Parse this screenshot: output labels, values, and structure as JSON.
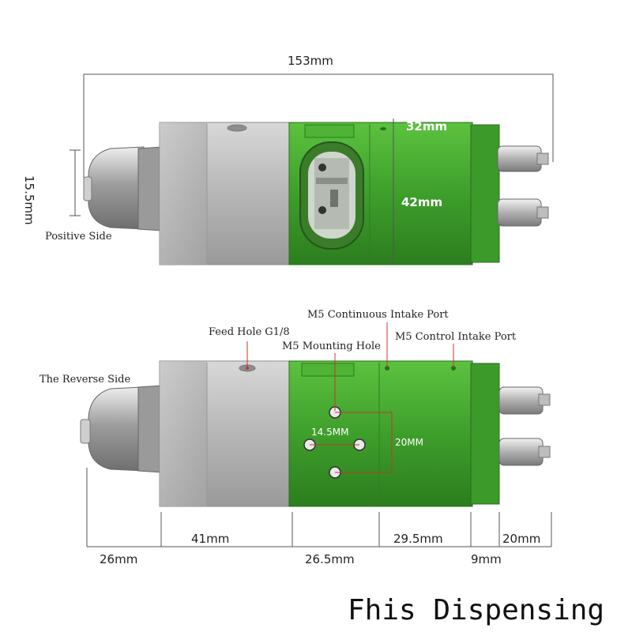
{
  "top_view": {
    "caption": "Positive Side",
    "dim_overall_length": "153mm",
    "dim_nozzle_diameter": "15.5mm",
    "dim_block_width": "32mm",
    "dim_block_height": "42mm"
  },
  "bottom_view": {
    "caption": "The Reverse Side",
    "feed_hole": "Feed Hole G1/8",
    "mounting_hole": "M5 Mounting Hole",
    "continuous_port": "M5 Continuous Intake Port",
    "control_port": "M5 Control Intake Port",
    "hole_spacing_h": "14.5MM",
    "hole_spacing_v": "20MM",
    "dims_upper": [
      "41mm",
      "29.5mm",
      "20mm"
    ],
    "dims_lower": [
      "26mm",
      "26.5mm",
      "9mm"
    ]
  },
  "brand": "Fhis Dispensing",
  "colors": {
    "green_body": "#3f9e2d",
    "aluminum": "#b9b9b9",
    "dimension_line": "#555555",
    "marker_red": "#c0392b"
  }
}
